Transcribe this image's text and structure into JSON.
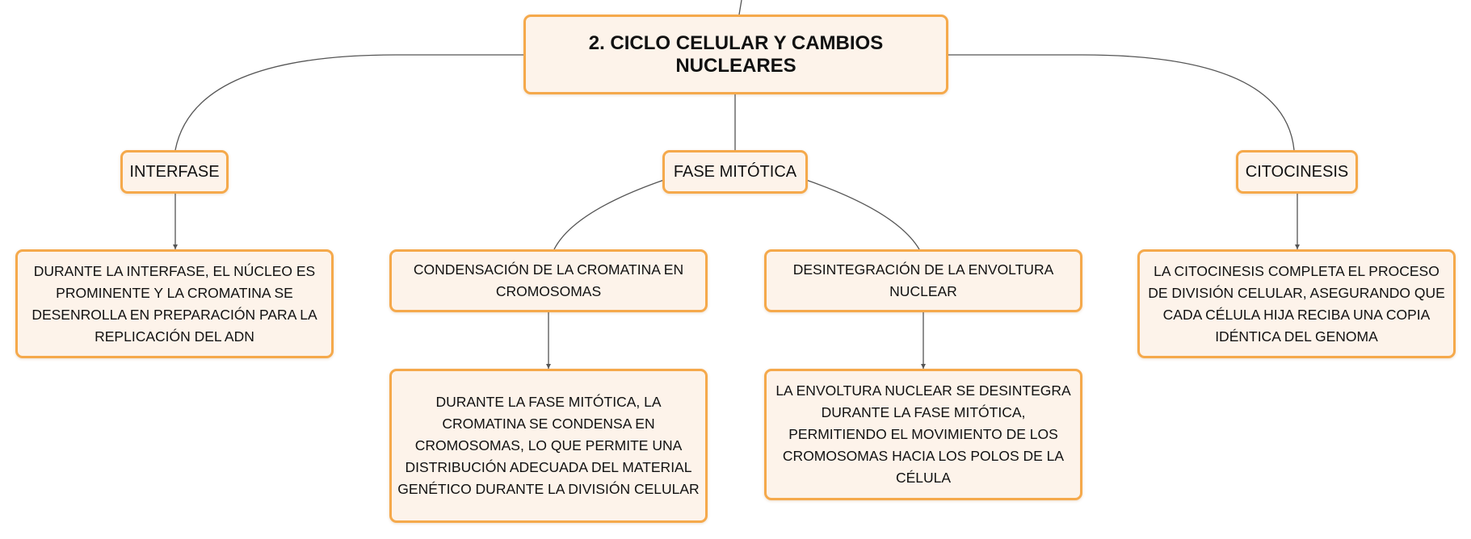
{
  "diagram": {
    "root": {
      "label": "2. CICLO CELULAR Y CAMBIOS NUCLEARES"
    },
    "branches": {
      "interfase": {
        "label": "INTERFASE",
        "detail": "DURANTE LA INTERFASE, EL NÚCLEO ES PROMINENTE Y LA CROMATINA SE DESENROLLA EN PREPARACIÓN PARA LA REPLICACIÓN DEL ADN"
      },
      "fase_mitotica": {
        "label": "FASE MITÓTICA",
        "children": {
          "condensacion": {
            "label": "CONDENSACIÓN DE LA CROMATINA EN CROMOSOMAS",
            "detail": "DURANTE LA FASE MITÓTICA, LA CROMATINA SE CONDENSA EN CROMOSOMAS, LO QUE PERMITE UNA DISTRIBUCIÓN ADECUADA DEL MATERIAL GENÉTICO DURANTE LA DIVISIÓN CELULAR"
          },
          "desintegracion": {
            "label": "DESINTEGRACIÓN DE LA ENVOLTURA NUCLEAR",
            "detail": "LA ENVOLTURA NUCLEAR SE DESINTEGRA DURANTE LA FASE MITÓTICA, PERMITIENDO EL MOVIMIENTO DE LOS CROMOSOMAS HACIA LOS POLOS DE LA CÉLULA"
          }
        }
      },
      "citocinesis": {
        "label": "CITOCINESIS",
        "detail": "LA CITOCINESIS COMPLETA EL PROCESO DE DIVISIÓN CELULAR, ASEGURANDO QUE CADA CÉLULA HIJA RECIBA UNA COPIA IDÉNTICA DEL GENOMA"
      }
    }
  },
  "colors": {
    "node_border": "#f5a94b",
    "node_fill": "#fdf3ea",
    "connector": "#555555",
    "text": "#111111"
  }
}
